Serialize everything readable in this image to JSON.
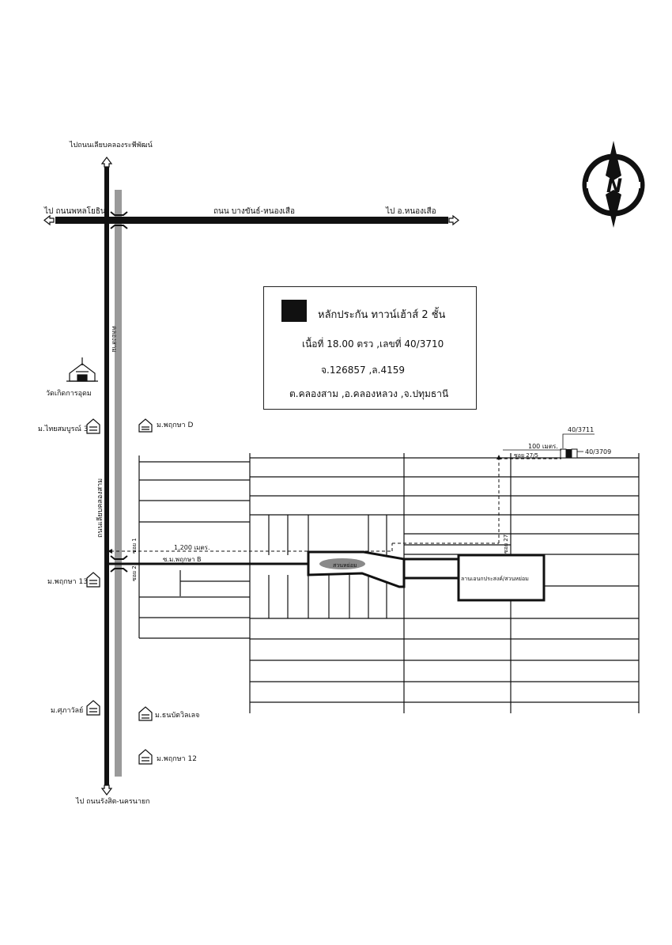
{
  "north_label": "N",
  "roads": {
    "main_h": "ถนน บางขันธ์-หนองเสือ",
    "to_phahon": "ไป ถนนพหลโยธิน",
    "to_nongsuea": "ไป อ.หนองเสือ",
    "to_top": "ไปถนนเลียบคลองระพีพัฒน์",
    "to_bottom": "ไป ถนนรังสิต-นครนายก",
    "main_v": "ถนนเลียบคลองสาม",
    "canal": "คลองสาม",
    "soi_m_b": "ซ.ม.พฤกษา B",
    "soi1": "ซอย 1",
    "soi2": "ซอย 2",
    "soi27": "ซอย 27",
    "soi27_5": "ซอย 27/5",
    "dist_1200": "1,200 เมตร.",
    "dist_100": "100 เมตร."
  },
  "places": {
    "temple": "วัดเกิดการอุดม",
    "thaisombun": "ม.ไทยสมบูรณ์ 3",
    "pruksa_d": "ม.พฤกษา D",
    "pruksa_13": "ม.พฤกษา 13",
    "supawat": "ม.ศุภาวัลย์",
    "thanaphat": "ม.ธนบัตวิลเลจ",
    "pruksa_12": "ม.พฤกษา 12",
    "park": "สวนหย่อม",
    "plaza": "ลานเอนกประสงค์/สวนหย่อม"
  },
  "plots": {
    "p3711": "40/3711",
    "p3709": "40/3709"
  },
  "legend": {
    "line1": "หลักประกัน ทาวน์เฮ้าส์  2  ชั้น",
    "line2": "เนื้อที่ 18.00 ตรว ,เลขที่ 40/3710",
    "line3": "จ.126857       ,ล.4159",
    "line4": "ต.คลองสาม ,อ.คลองหลวง ,จ.ปทุมธานี"
  },
  "colors": {
    "ink": "#111111",
    "canal": "#9a9a9a",
    "park_fill": "#8a8a8a"
  }
}
